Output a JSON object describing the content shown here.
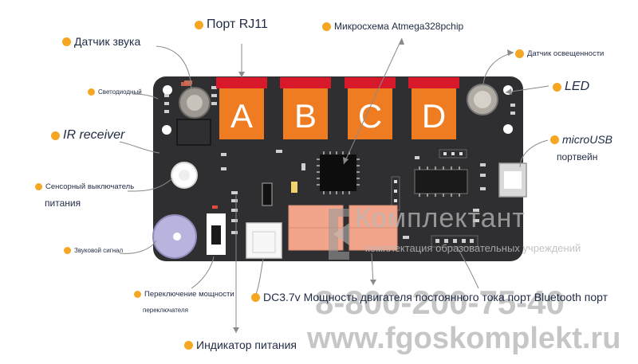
{
  "labels": {
    "sound_sensor": "Датчик звука",
    "rj11_port": "Порт RJ11",
    "microchip": "Микросхема Atmega328pchip",
    "light_sensor": "Датчик освещенности",
    "led_diode": "Светодиодный",
    "led": "LED",
    "ir_receiver": "IR receiver",
    "microusb": "microUSB",
    "microusb_port": "портвейн",
    "touch_switch_line1": "Сенсорный выключатель",
    "touch_switch_line2": "питания",
    "buzzer": "Звуковой сигнал",
    "power_switch_line1": "Переключение мощности",
    "power_switch_line2": "переключателя",
    "dc_motor": "DC3.7v Мощность двигателя постоянного тока порт Bluetooth порт",
    "power_indicator": "Индикатор питания"
  },
  "ports": [
    "A",
    "B",
    "C",
    "D"
  ],
  "watermark": {
    "brand": "Комплектант",
    "tagline": "комплектация образовательных учреждений",
    "phone": "8-800-200-75-40",
    "site": "www.fgoskomplekt.ru"
  },
  "colors": {
    "board": "#2f2f31",
    "port": "#f07c22",
    "port_cap": "#d8192b",
    "dot": "#f5a623",
    "label": "#1f2a44",
    "connector": "#f3a58b"
  }
}
